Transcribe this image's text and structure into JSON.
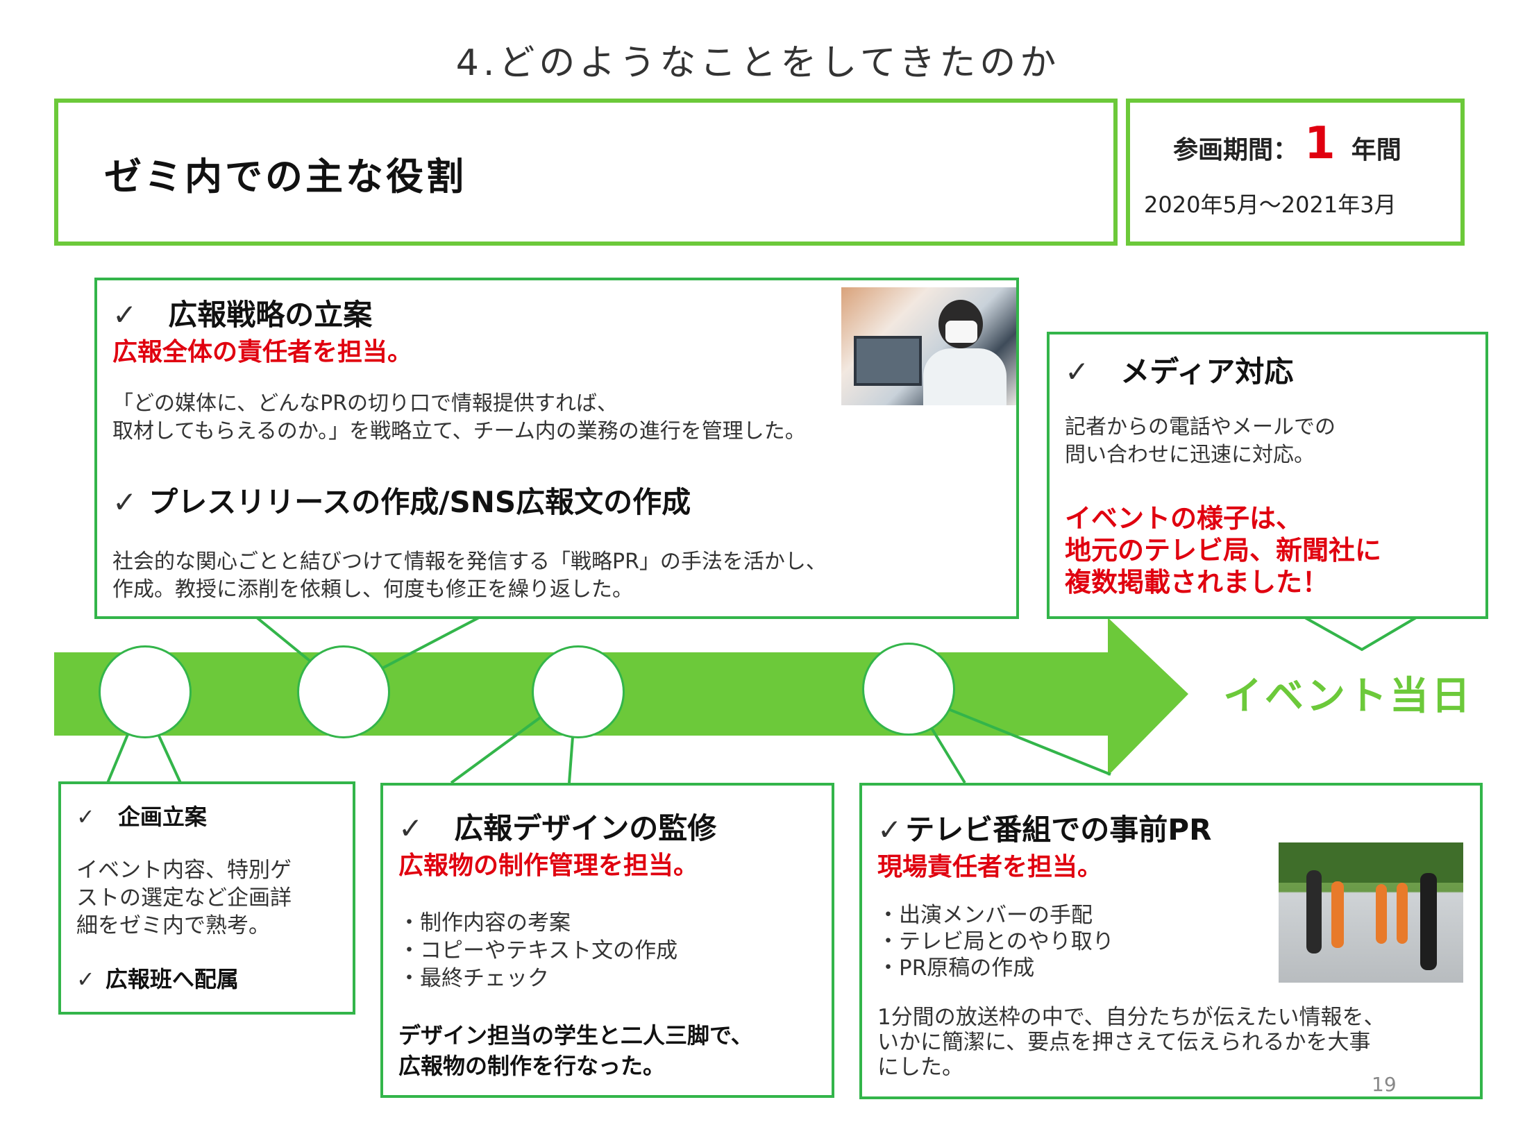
{
  "page_title": "4.どのようなことをしてきたのか",
  "role_box": {
    "title": "ゼミ内での主な役割"
  },
  "period_box": {
    "label": "参画期間：",
    "number": "1",
    "unit": "年間",
    "range": "2020年5月～2021年3月"
  },
  "box_strategy": {
    "check": "✓",
    "title": "広報戦略の立案",
    "red": "広報全体の責任者を担当。",
    "body_line1": "「どの媒体に、どんなPRの切り口で情報提供すれば、",
    "body_line2": "取材してもらえるのか。」を戦略立て、チーム内の業務の進行を管理した。",
    "title2": "プレスリリースの作成/SNS広報文の作成",
    "body2_line1": "社会的な関心ごとと結びつけて情報を発信する「戦略PR」の手法を活かし、",
    "body2_line2": "作成。教授に添削を依頼し、何度も修正を繰り返した。"
  },
  "box_media": {
    "check": "✓",
    "title": "メディア対応",
    "body_line1": "記者からの電話やメールでの",
    "body_line2": "問い合わせに迅速に対応。",
    "red_line1": "イベントの様子は、",
    "red_line2": "地元のテレビ局、新聞社に",
    "red_line3": "複数掲載されました！"
  },
  "event_day_label": "イベント当日",
  "box_plan": {
    "check": "✓",
    "title": "企画立案",
    "body_line1": "イベント内容、特別ゲ",
    "body_line2": "ストの選定など企画詳",
    "body_line3": "細をゼミ内で熟考。",
    "title2": "広報班へ配属"
  },
  "box_design": {
    "check": "✓",
    "title": "広報デザインの監修",
    "red": "広報物の制作管理を担当。",
    "items": [
      "・制作内容の考案",
      "・コピーやテキスト文の作成",
      "・最終チェック"
    ],
    "bold_line1": "デザイン担当の学生と二人三脚で、",
    "bold_line2": "広報物の制作を行なった。"
  },
  "box_tv": {
    "check": "✓",
    "title": "テレビ番組での事前PR",
    "red": "現場責任者を担当。",
    "items": [
      "・出演メンバーの手配",
      "・テレビ局とのやり取り",
      "・PR原稿の作成"
    ],
    "body_line1": "1分間の放送枠の中で、自分たちが伝えたい情報を、",
    "body_line2": "いかに簡潔に、要点を押さえて伝えられるかを大事",
    "body_line3": "にした。"
  },
  "page_number": "19",
  "colors": {
    "accent_green": "#6cc93a",
    "line_green": "#33b54a",
    "red": "#e0000f"
  }
}
